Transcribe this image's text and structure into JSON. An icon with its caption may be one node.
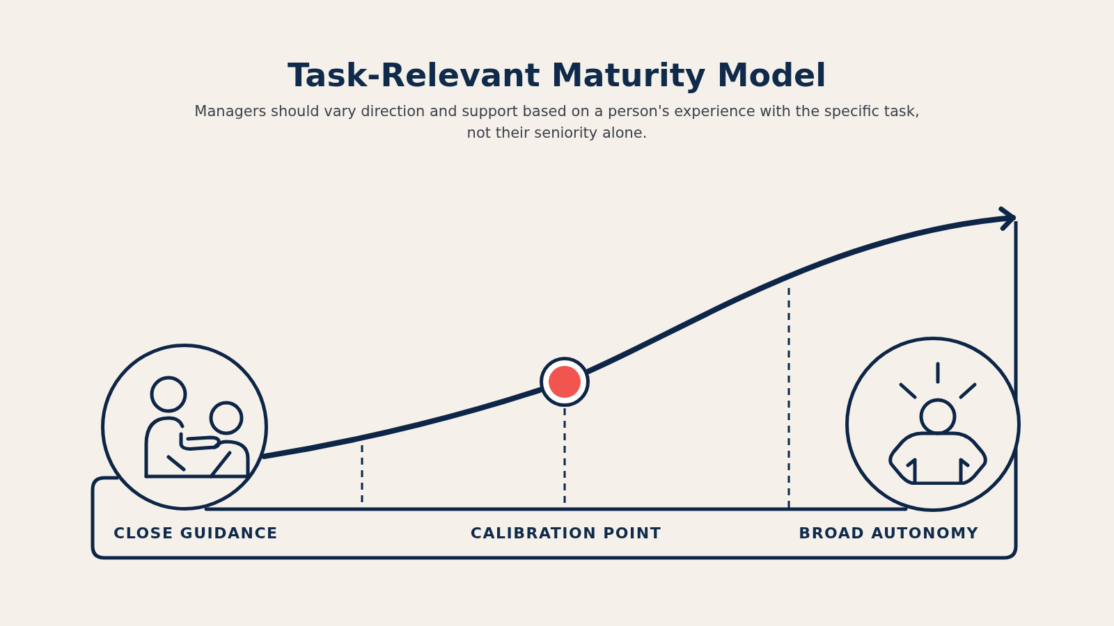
{
  "diagram": {
    "title": "Task-Relevant Maturity Model",
    "nodes": [
      {
        "text": [],
        "shape": "picture"
      },
      {
        "text": [],
        "shape": "circle"
      },
      {
        "text": [],
        "shape": "picture"
      }
    ],
    "edges": [
      {
        "from": 0,
        "to": 1,
        "arrow": "none"
      },
      {
        "from": 1,
        "to": null,
        "arrow": "to"
      },
      {
        "from": 0,
        "to": 2,
        "arrow": "none"
      },
      {
        "from": 1,
        "to": null,
        "arrow": "none",
        "style": "dashed"
      }
    ],
    "labels": [
      "Managers should vary direction and support based on a person's experience with the specific task, not their seniority alone.",
      "CLOSE GUIDANCE",
      "CALIBRATION POINT",
      "BROAD AUTONOMY"
    ]
  }
}
